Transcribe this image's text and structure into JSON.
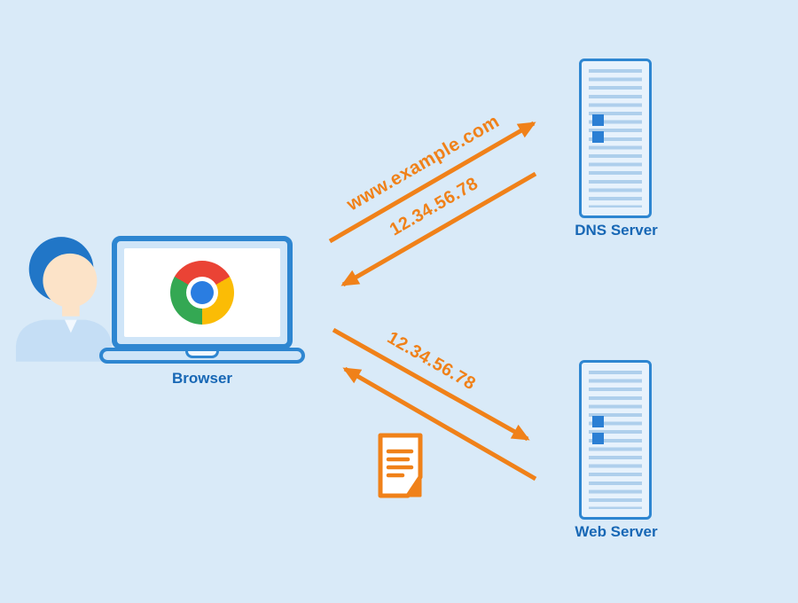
{
  "diagram": {
    "nodes": {
      "browser": {
        "label": "Browser",
        "icons": [
          "user-icon",
          "laptop-icon",
          "chrome-logo-icon"
        ]
      },
      "dns_server": {
        "label": "DNS Server",
        "icons": [
          "server-icon"
        ]
      },
      "web_server": {
        "label": "Web Server",
        "icons": [
          "server-icon"
        ]
      }
    },
    "messages": [
      {
        "text": "www.example.com",
        "from": "browser",
        "to": "dns_server"
      },
      {
        "text": "12.34.56.78",
        "from": "dns_server",
        "to": "browser"
      },
      {
        "text": "12.34.56.78",
        "from": "browser",
        "to": "web_server"
      },
      {
        "from": "web_server",
        "to": "browser",
        "icon": "document-icon"
      }
    ],
    "colors": {
      "background": "#d9eaf8",
      "outline_blue": "#2e86d1",
      "label_blue": "#1767b5",
      "panel_blue": "#cfe5f8",
      "stripe_blue": "#aecfec",
      "led_blue": "#2b7fd4",
      "arrow_orange": "#f08119",
      "skin": "#fce3c8",
      "hair_blue": "#2176c7",
      "shirt_blue": "#c5def5",
      "chrome_red": "#ea4335",
      "chrome_yellow": "#fbbc05",
      "chrome_green": "#34a853",
      "chrome_blue": "#2a7de1"
    }
  }
}
